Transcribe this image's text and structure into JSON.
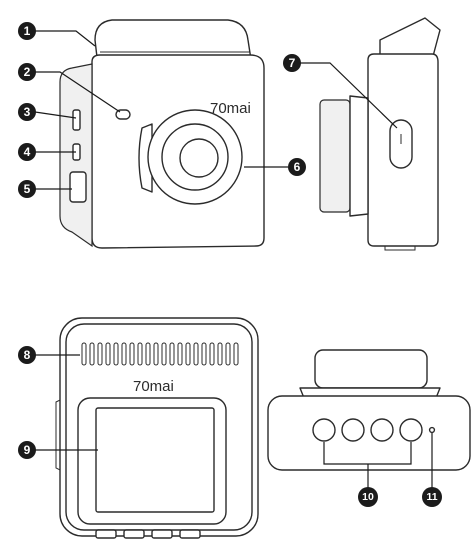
{
  "brand_logo": "70mai",
  "callouts": [
    {
      "number": "1"
    },
    {
      "number": "2"
    },
    {
      "number": "3"
    },
    {
      "number": "4"
    },
    {
      "number": "5"
    },
    {
      "number": "6"
    },
    {
      "number": "7"
    },
    {
      "number": "8"
    },
    {
      "number": "9"
    },
    {
      "number": "10"
    },
    {
      "number": "11"
    }
  ]
}
